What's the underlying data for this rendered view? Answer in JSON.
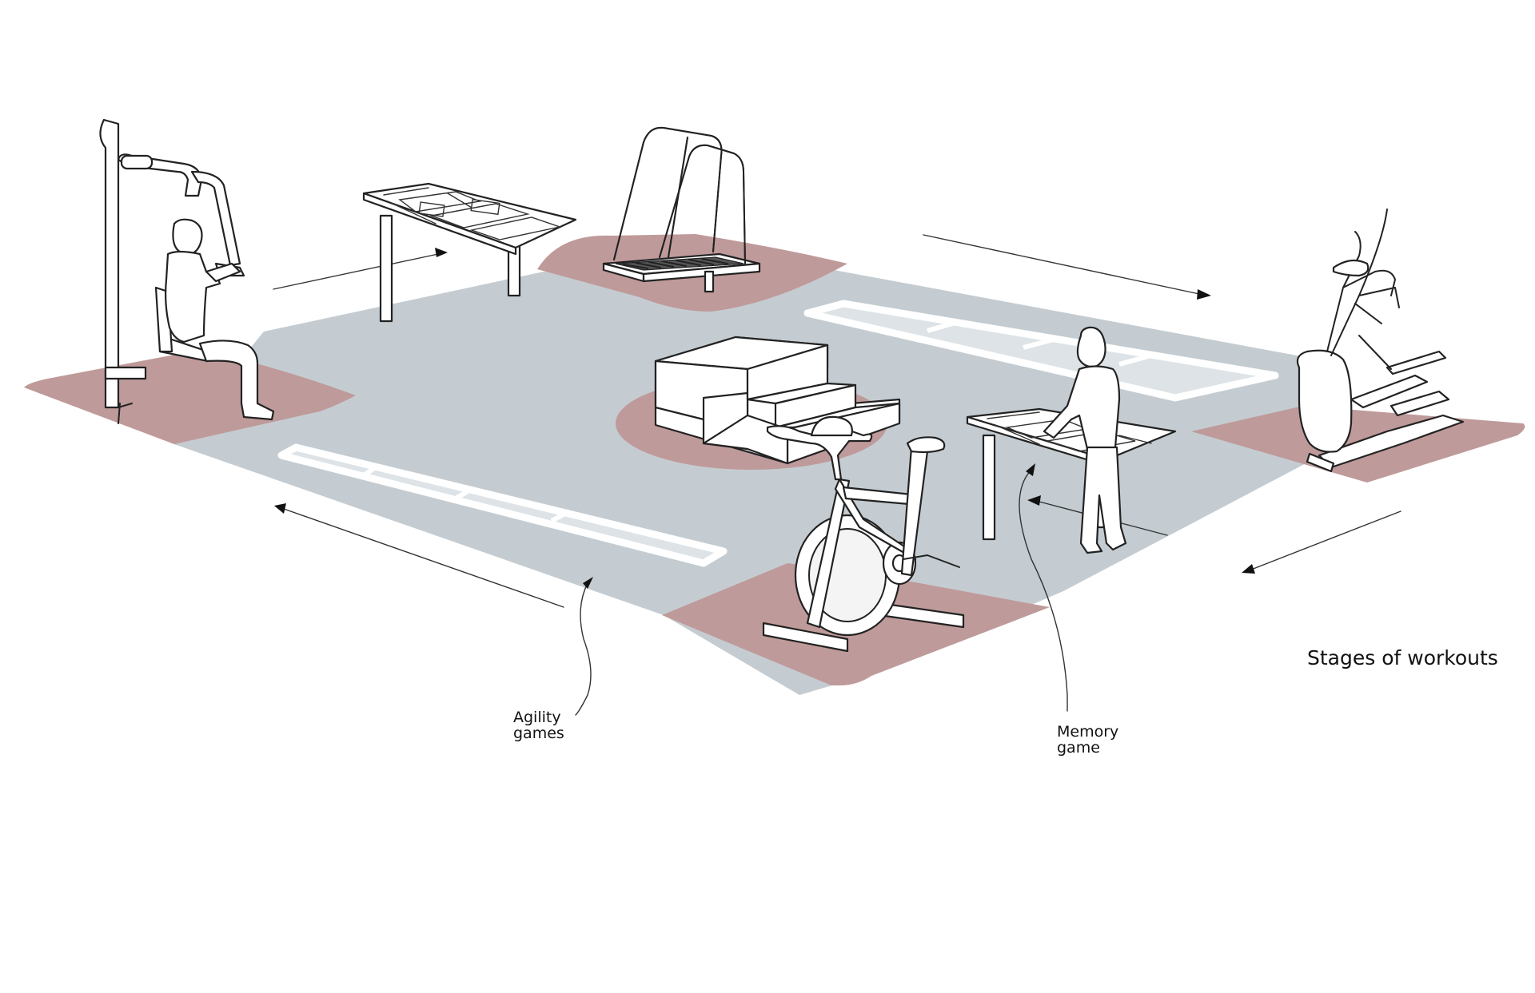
{
  "title": "Stages of workouts",
  "labels": {
    "agility": [
      "Agility",
      "games"
    ],
    "memory": [
      "Memory",
      "game"
    ]
  },
  "colors": {
    "floor": "#c4ccd1",
    "mat": "#bf9a9a",
    "line": "#222222",
    "background": "#ffffff"
  },
  "equipment": [
    "lat-pulldown-machine",
    "memory-game-table",
    "walking-handrail-platform",
    "plyo-step-boxes",
    "agility-ladder",
    "exercise-bike",
    "elliptical-trainer"
  ]
}
